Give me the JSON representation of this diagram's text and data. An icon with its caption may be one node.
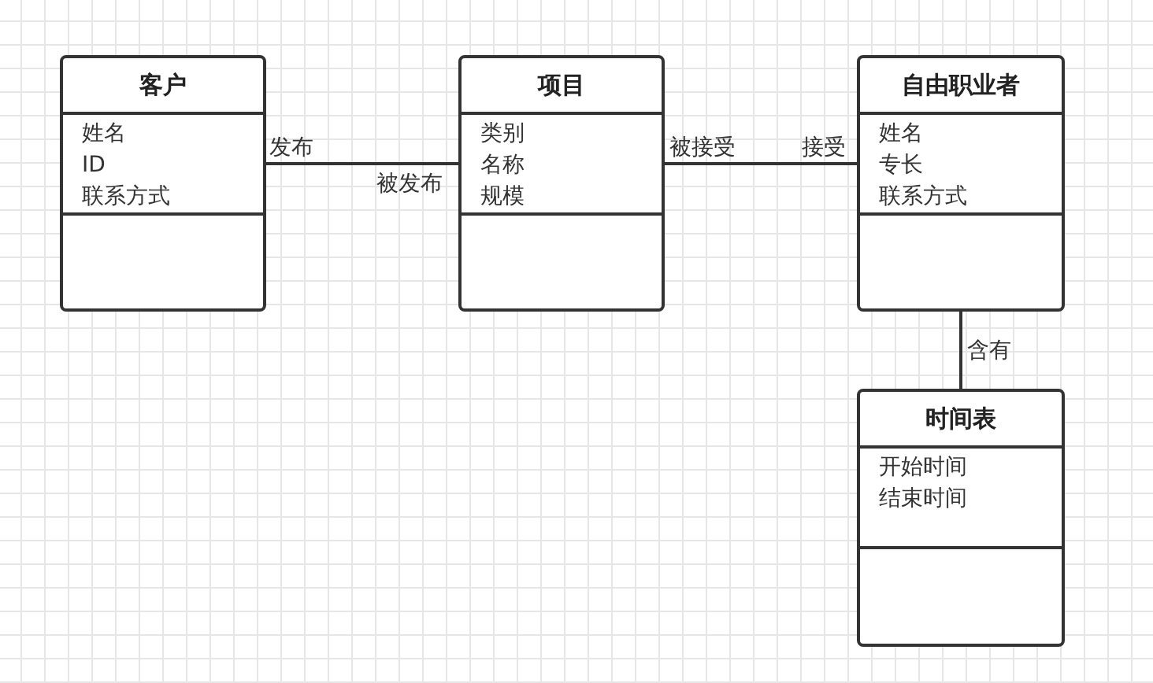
{
  "diagram": {
    "nodes": [
      {
        "text": [
          "客户",
          "姓名",
          "ID",
          "联系方式"
        ]
      },
      {
        "text": [
          "项目",
          "类别",
          "名称",
          "规模"
        ]
      },
      {
        "text": [
          "自由职业者",
          "姓名",
          "专长",
          "联系方式"
        ]
      },
      {
        "text": [
          "时间表",
          "开始时间",
          "结束时间"
        ]
      }
    ],
    "edges": [
      {
        "from": 0,
        "to": 1,
        "arrow": "none"
      },
      {
        "from": 1,
        "to": 2,
        "arrow": "none"
      },
      {
        "from": 2,
        "to": 3,
        "arrow": "none",
        "label": "含有"
      }
    ],
    "labels": [
      "发布",
      "被发布",
      "被接受",
      "接受"
    ]
  }
}
